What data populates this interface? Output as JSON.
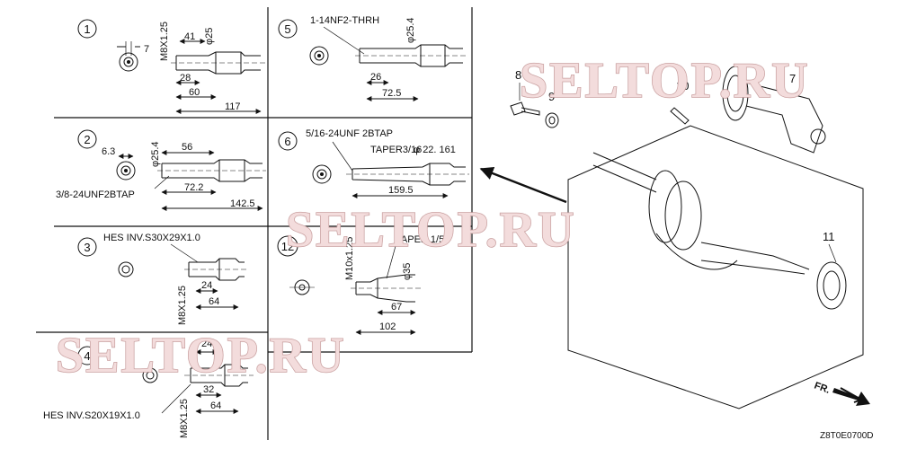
{
  "watermark": "SELTOP.RU",
  "diagram_code": "Z8T0E0700D",
  "direction_label": "FR.",
  "panels": [
    {
      "id": "1",
      "dims": {
        "d7": "7",
        "d41": "41",
        "d28": "28",
        "d60": "60",
        "d117": "117",
        "thread": "M8X1.25",
        "dia": "φ25"
      }
    },
    {
      "id": "2",
      "dims": {
        "d63": "6.3",
        "d56": "56",
        "d722": "72.2",
        "d1425": "142.5",
        "dia": "φ25.4",
        "thread": "3/8-24UNF2BTAP"
      }
    },
    {
      "id": "3",
      "dims": {
        "spec": "HES INV.S30X29X1.0",
        "d24": "24",
        "d64": "64",
        "thread": "M8X1.25"
      }
    },
    {
      "id": "4",
      "dims": {
        "spec": "HES INV.S20X19X1.0",
        "d24": "24",
        "d32": "32",
        "d64": "64",
        "thread": "M8X1.25"
      }
    },
    {
      "id": "5",
      "dims": {
        "thread": "1-14NF2-THRH",
        "dia": "φ25.4",
        "d26": "26",
        "d725": "72.5"
      }
    },
    {
      "id": "6",
      "dims": {
        "thread": "5/16-24UNF 2BTAP",
        "taper": "TAPER3/16",
        "dia": "φ 22. 161",
        "d1595": "159.5"
      }
    },
    {
      "id": "12",
      "dims": {
        "thread": "M10x1.25",
        "taper": "TAPER 1/5",
        "dia": "φ35",
        "d67": "67",
        "d102": "102"
      }
    }
  ],
  "parts": {
    "p7": "7",
    "p8": "8",
    "p9": "9",
    "p10": "10",
    "p11": "11"
  }
}
